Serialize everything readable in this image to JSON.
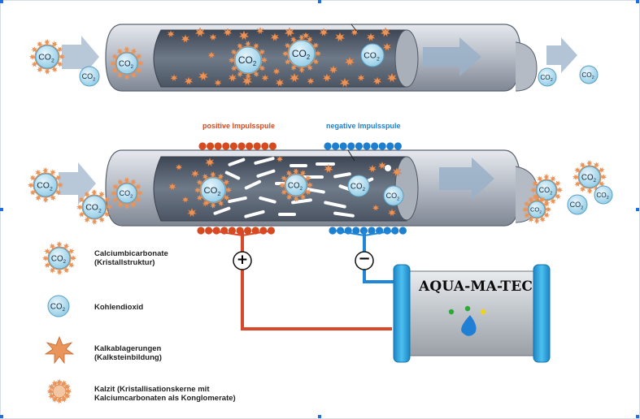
{
  "labels": {
    "positive_coil": "positive Impulsspule",
    "negative_coil": "negative Impulsspule",
    "positive_color": "#d64a1f",
    "negative_color": "#1e7fd0"
  },
  "polarity": {
    "plus": "+",
    "minus": "−"
  },
  "molecule": {
    "co2_prefix": "CO",
    "co2_sub": "2"
  },
  "device": {
    "brand": "AQUA-MA-TEC",
    "body_color": "#bfc4c8",
    "cap_color": "#2aa6e6",
    "led_colors": [
      "#2fa83a",
      "#2fa83a",
      "#f2d21b"
    ],
    "drop_color": "#1f7fd4"
  },
  "legend": {
    "items": [
      {
        "icon": "calcium-bicarbonate-icon",
        "line1": "Calciumbicarbonate",
        "line2": "(Kristallstruktur)"
      },
      {
        "icon": "co2-icon",
        "line1": "Kohlendioxid",
        "line2": ""
      },
      {
        "icon": "lime-deposit-icon",
        "line1": "Kalkablagerungen",
        "line2": "(Kalksteinbildung)"
      },
      {
        "icon": "calcite-icon",
        "line1": "Kalzit (Kristallisationskerne mit",
        "line2": "Kalciumcarbonaten als Konglomerate)"
      }
    ]
  },
  "colors": {
    "pipe_outer": "#c7ccd4",
    "pipe_inner": "#5d6877",
    "crystal": "#e8945a",
    "co2_fill": "#b8dff0",
    "arrow": "#8aa4c2",
    "wire_positive": "#d9482a",
    "wire_negative": "#1f86d8"
  }
}
